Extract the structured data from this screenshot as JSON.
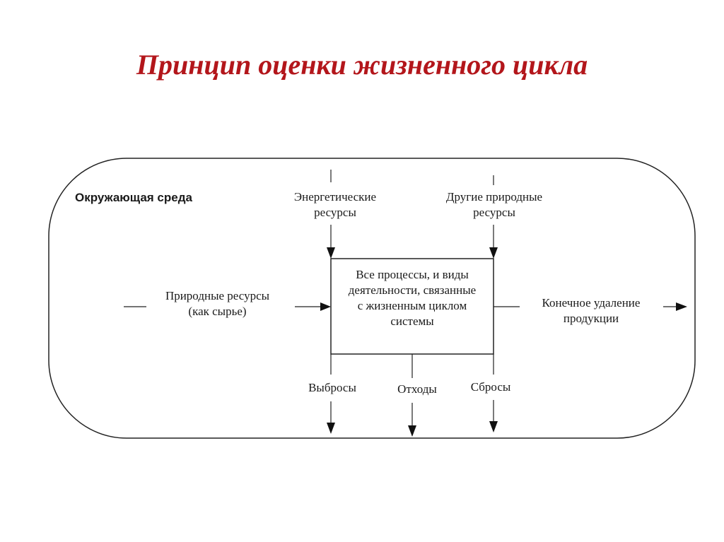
{
  "title": "Принцип оценки жизненного цикла",
  "diagram": {
    "environment_label": "Окружающая среда",
    "inputs_top": {
      "energy": [
        "Энергетические",
        "ресурсы"
      ],
      "other": [
        "Другие природные",
        "ресурсы"
      ]
    },
    "input_left": [
      "Природные ресурсы",
      "(как сырье)"
    ],
    "center_box": [
      "Все процессы, и виды",
      "деятельности, связанные",
      "с жизненным циклом",
      "системы"
    ],
    "output_right": [
      "Конечное удаление",
      "продукции"
    ],
    "outputs_bottom": {
      "emissions": "Выбросы",
      "waste": "Отходы",
      "discharges": "Сбросы"
    }
  }
}
